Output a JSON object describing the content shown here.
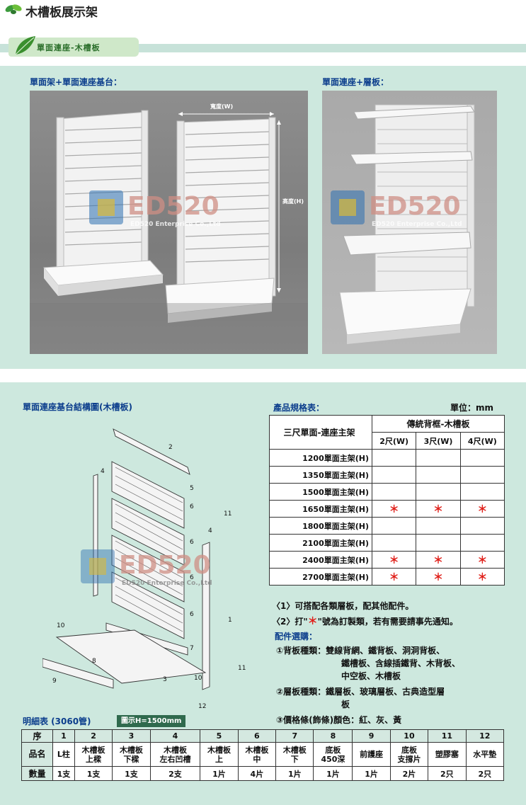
{
  "header": {
    "title": "木槽板展示架",
    "tab_label": "單面連座-木槽板"
  },
  "photos": {
    "left_heading": "單面架+單面連座基台：",
    "right_heading": "單面連座+層板：",
    "width_label": "寬度(W)",
    "height_label": "高度(H)"
  },
  "watermark": {
    "text": "ED520",
    "sub": "ED520 Enterprise Co.,Ltd"
  },
  "diagram": {
    "heading": "單面連座基台結構圖(木槽板)",
    "callouts": [
      "2",
      "4",
      "5",
      "6",
      "11",
      "4",
      "6",
      "6",
      "6",
      "1",
      "7",
      "10",
      "8",
      "3",
      "11",
      "10",
      "9",
      "12"
    ]
  },
  "spec": {
    "heading": "產品規格表：",
    "unit": "單位：mm",
    "main_label": "三尺單面-連座主架",
    "group_label": "傳統背框-木槽板",
    "columns": [
      "2尺(W)",
      "3尺(W)",
      "4尺(W)"
    ],
    "star": "＊",
    "rows": [
      {
        "label": "1200單面主架(H)",
        "marks": [
          false,
          false,
          false
        ]
      },
      {
        "label": "1350單面主架(H)",
        "marks": [
          false,
          false,
          false
        ]
      },
      {
        "label": "1500單面主架(H)",
        "marks": [
          false,
          false,
          false
        ]
      },
      {
        "label": "1650單面主架(H)",
        "marks": [
          true,
          true,
          true
        ]
      },
      {
        "label": "1800單面主架(H)",
        "marks": [
          false,
          false,
          false
        ]
      },
      {
        "label": "2100單面主架(H)",
        "marks": [
          false,
          false,
          false
        ]
      },
      {
        "label": "2400單面主架(H)",
        "marks": [
          true,
          true,
          true
        ]
      },
      {
        "label": "2700單面主架(H)",
        "marks": [
          true,
          true,
          true
        ]
      }
    ],
    "note1": "〈1〉可搭配各類層板，配其他配件。",
    "note2_a": "〈2〉打\"",
    "note2_b": "\"號為訂製類，若有需要請事先通知。"
  },
  "parts": {
    "heading": "配件選購：",
    "item1_line1": "①背板種類：雙線背網、鐵背板、洞洞背板、",
    "item1_line2": "鐵槽板、含線插鐵背、木背板、",
    "item1_line3": "中空板、木槽板",
    "item2_line1": "②層板種類：鐵層板、玻璃層板、古典造型層",
    "item2_line2": "板",
    "item3": "③價格條(飾條)顏色：紅、灰、黃"
  },
  "detail": {
    "heading": "明細表  (3060管)",
    "badge": "圖示H=1500mm",
    "row_labels": [
      "序",
      "品名",
      "數量"
    ],
    "numbers": [
      "1",
      "2",
      "3",
      "4",
      "5",
      "6",
      "7",
      "8",
      "9",
      "10",
      "11",
      "12"
    ],
    "names": [
      [
        "L柱",
        ""
      ],
      [
        "木槽板",
        "上樑"
      ],
      [
        "木槽板",
        "下樑"
      ],
      [
        "木槽板",
        "左右凹槽"
      ],
      [
        "木槽板",
        "上"
      ],
      [
        "木槽板",
        "中"
      ],
      [
        "木槽板",
        "下"
      ],
      [
        "底板",
        "450深"
      ],
      [
        "前護座",
        ""
      ],
      [
        "底板",
        "支撐片"
      ],
      [
        "塑膠塞",
        ""
      ],
      [
        "水平墊",
        ""
      ]
    ],
    "quantities": [
      "1支",
      "1支",
      "1支",
      "2支",
      "1片",
      "4片",
      "1片",
      "1片",
      "1片",
      "2片",
      "2只",
      "2只"
    ]
  }
}
